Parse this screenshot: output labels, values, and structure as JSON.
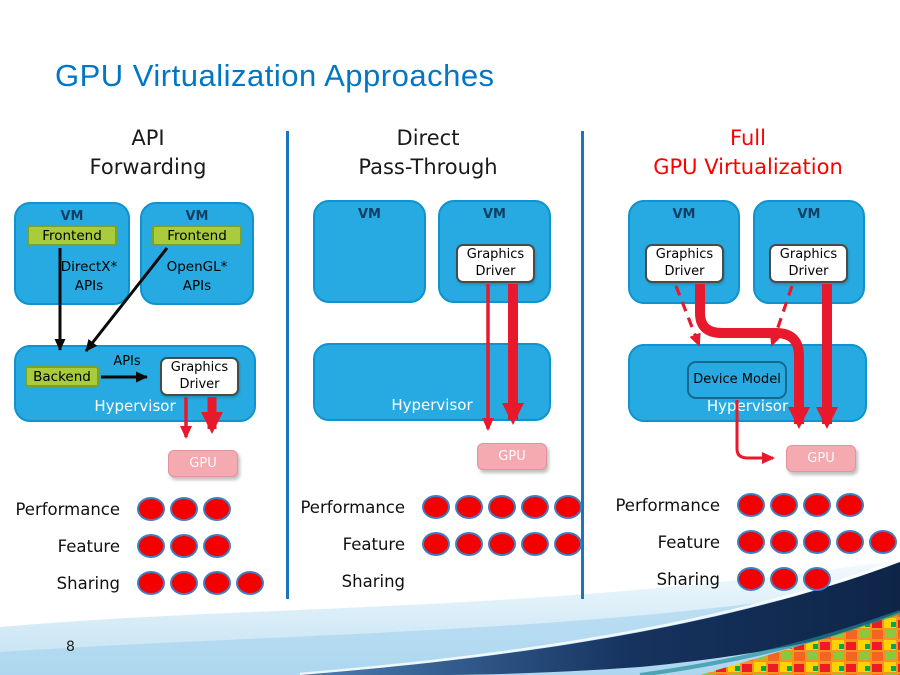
{
  "slide": {
    "title": "GPU Virtualization Approaches",
    "page_number": "8"
  },
  "colors": {
    "title_blue": "#0077C6",
    "heading_dark": "#1A1A1A",
    "heading_red": "#FE0000",
    "box_blue": "#27AAE1",
    "chip_green": "#A8CC3C",
    "gpu_pink": "#F5A9B1",
    "arrow_red": "#E8192C",
    "dot_red": "#F40000",
    "dot_border_blue": "#3F7FC1",
    "divider_blue": "#1B74BC"
  },
  "columns": [
    {
      "heading_line1": "API",
      "heading_line2": "Forwarding",
      "vm1_label": "VM",
      "vm1_frontend": "Frontend",
      "vm1_apis": "DirectX* APIs",
      "vm2_label": "VM",
      "vm2_frontend": "Frontend",
      "vm2_apis": "OpenGL* APIs",
      "backend_label": "Backend",
      "apis_arrow_label": "APIs",
      "graphics_driver_label": "Graphics Driver",
      "hypervisor_label": "Hypervisor",
      "gpu_label": "GPU",
      "ratings": [
        {
          "label": "Performance",
          "dots": 3
        },
        {
          "label": "Feature",
          "dots": 3
        },
        {
          "label": "Sharing",
          "dots": 4
        }
      ]
    },
    {
      "heading_line1": "Direct",
      "heading_line2": "Pass-Through",
      "vm1_label": "VM",
      "vm2_label": "VM",
      "graphics_driver_label": "Graphics Driver",
      "hypervisor_label": "Hypervisor",
      "gpu_label": "GPU",
      "ratings": [
        {
          "label": "Performance",
          "dots": 5
        },
        {
          "label": "Feature",
          "dots": 5
        },
        {
          "label": "Sharing",
          "dots": 0
        }
      ]
    },
    {
      "heading_line1": "Full",
      "heading_line2": "GPU Virtualization",
      "vm1_label": "VM",
      "vm2_label": "VM",
      "graphics_driver_label": "Graphics Driver",
      "device_model_label": "Device Model",
      "hypervisor_label": "Hypervisor",
      "gpu_label": "GPU",
      "ratings": [
        {
          "label": "Performance",
          "dots": 4
        },
        {
          "label": "Feature",
          "dots": 5
        },
        {
          "label": "Sharing",
          "dots": 3
        }
      ]
    }
  ]
}
